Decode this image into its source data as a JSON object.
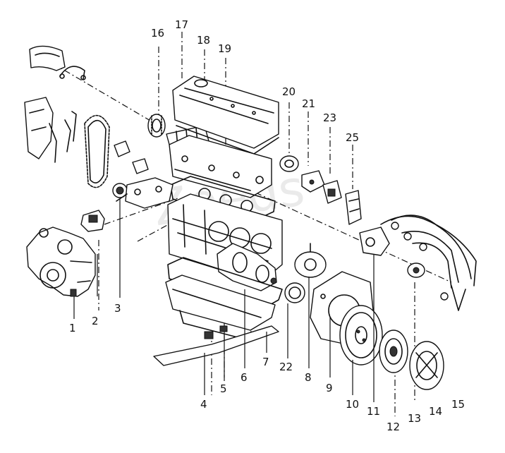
{
  "callouts": [
    {
      "id": "1",
      "label": "1"
    },
    {
      "id": "2",
      "label": "2"
    },
    {
      "id": "3",
      "label": "3"
    },
    {
      "id": "4",
      "label": "4"
    },
    {
      "id": "5",
      "label": "5"
    },
    {
      "id": "6",
      "label": "6"
    },
    {
      "id": "7",
      "label": "7"
    },
    {
      "id": "8",
      "label": "8"
    },
    {
      "id": "9",
      "label": "9"
    },
    {
      "id": "10",
      "label": "10"
    },
    {
      "id": "11",
      "label": "11"
    },
    {
      "id": "12",
      "label": "12"
    },
    {
      "id": "13",
      "label": "13"
    },
    {
      "id": "14",
      "label": "14"
    },
    {
      "id": "15",
      "label": "15"
    },
    {
      "id": "16",
      "label": "16"
    },
    {
      "id": "17",
      "label": "17"
    },
    {
      "id": "18",
      "label": "18"
    },
    {
      "id": "19",
      "label": "19"
    },
    {
      "id": "20",
      "label": "20"
    },
    {
      "id": "21",
      "label": "21"
    },
    {
      "id": "22",
      "label": "22"
    },
    {
      "id": "23",
      "label": "23"
    },
    {
      "id": "25",
      "label": "25"
    }
  ],
  "watermark": "Zeeds"
}
